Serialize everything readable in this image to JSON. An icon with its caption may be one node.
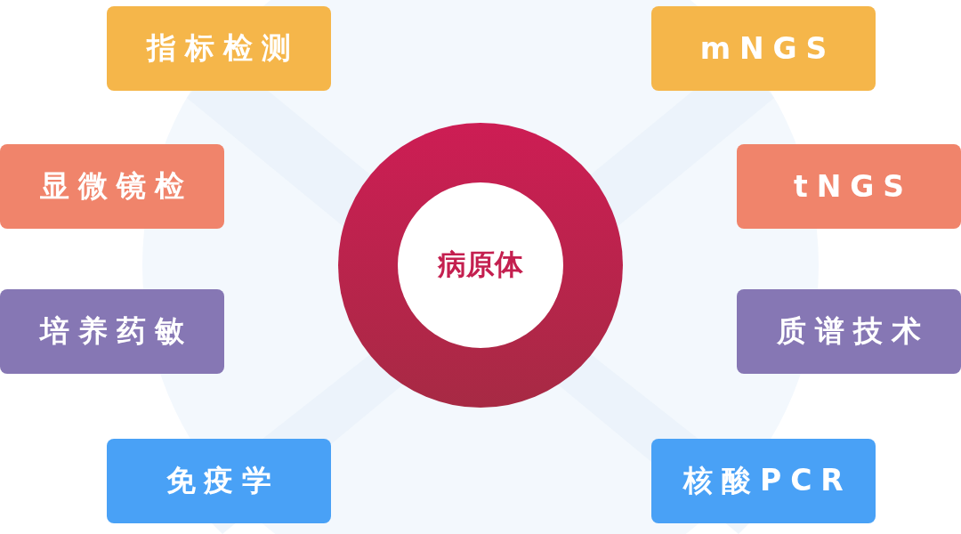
{
  "diagram": {
    "nodes": [
      {
        "text": [
          "病原体"
        ]
      },
      {
        "text": [
          "指标检测"
        ]
      },
      {
        "text": [
          "显微镜检"
        ]
      },
      {
        "text": [
          "培养药敏"
        ]
      },
      {
        "text": [
          "免疫学"
        ]
      },
      {
        "text": [
          "mNGS"
        ]
      },
      {
        "text": [
          "tNGS"
        ]
      },
      {
        "text": [
          "质谱技术"
        ]
      },
      {
        "text": [
          "核酸PCR"
        ]
      }
    ]
  }
}
